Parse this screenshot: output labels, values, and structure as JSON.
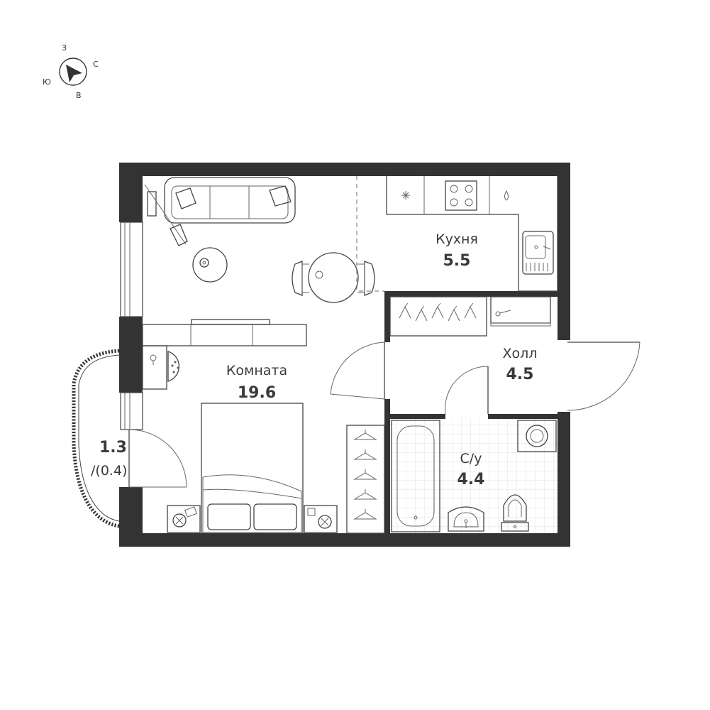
{
  "compass": {
    "north": "С",
    "south": "Ю",
    "west": "З",
    "east": "В"
  },
  "rooms": {
    "kitchen": {
      "name": "Кухня",
      "area": "5.5"
    },
    "living": {
      "name": "Комната",
      "area": "19.6"
    },
    "hall": {
      "name": "Холл",
      "area": "4.5"
    },
    "bathroom": {
      "name": "С/у",
      "area": "4.4"
    },
    "balcony": {
      "area": "1.3",
      "reduced_area": "/(0.4)"
    }
  },
  "colors": {
    "wall": "#333333",
    "line": "#444444",
    "tile": "#e2e2e2"
  }
}
